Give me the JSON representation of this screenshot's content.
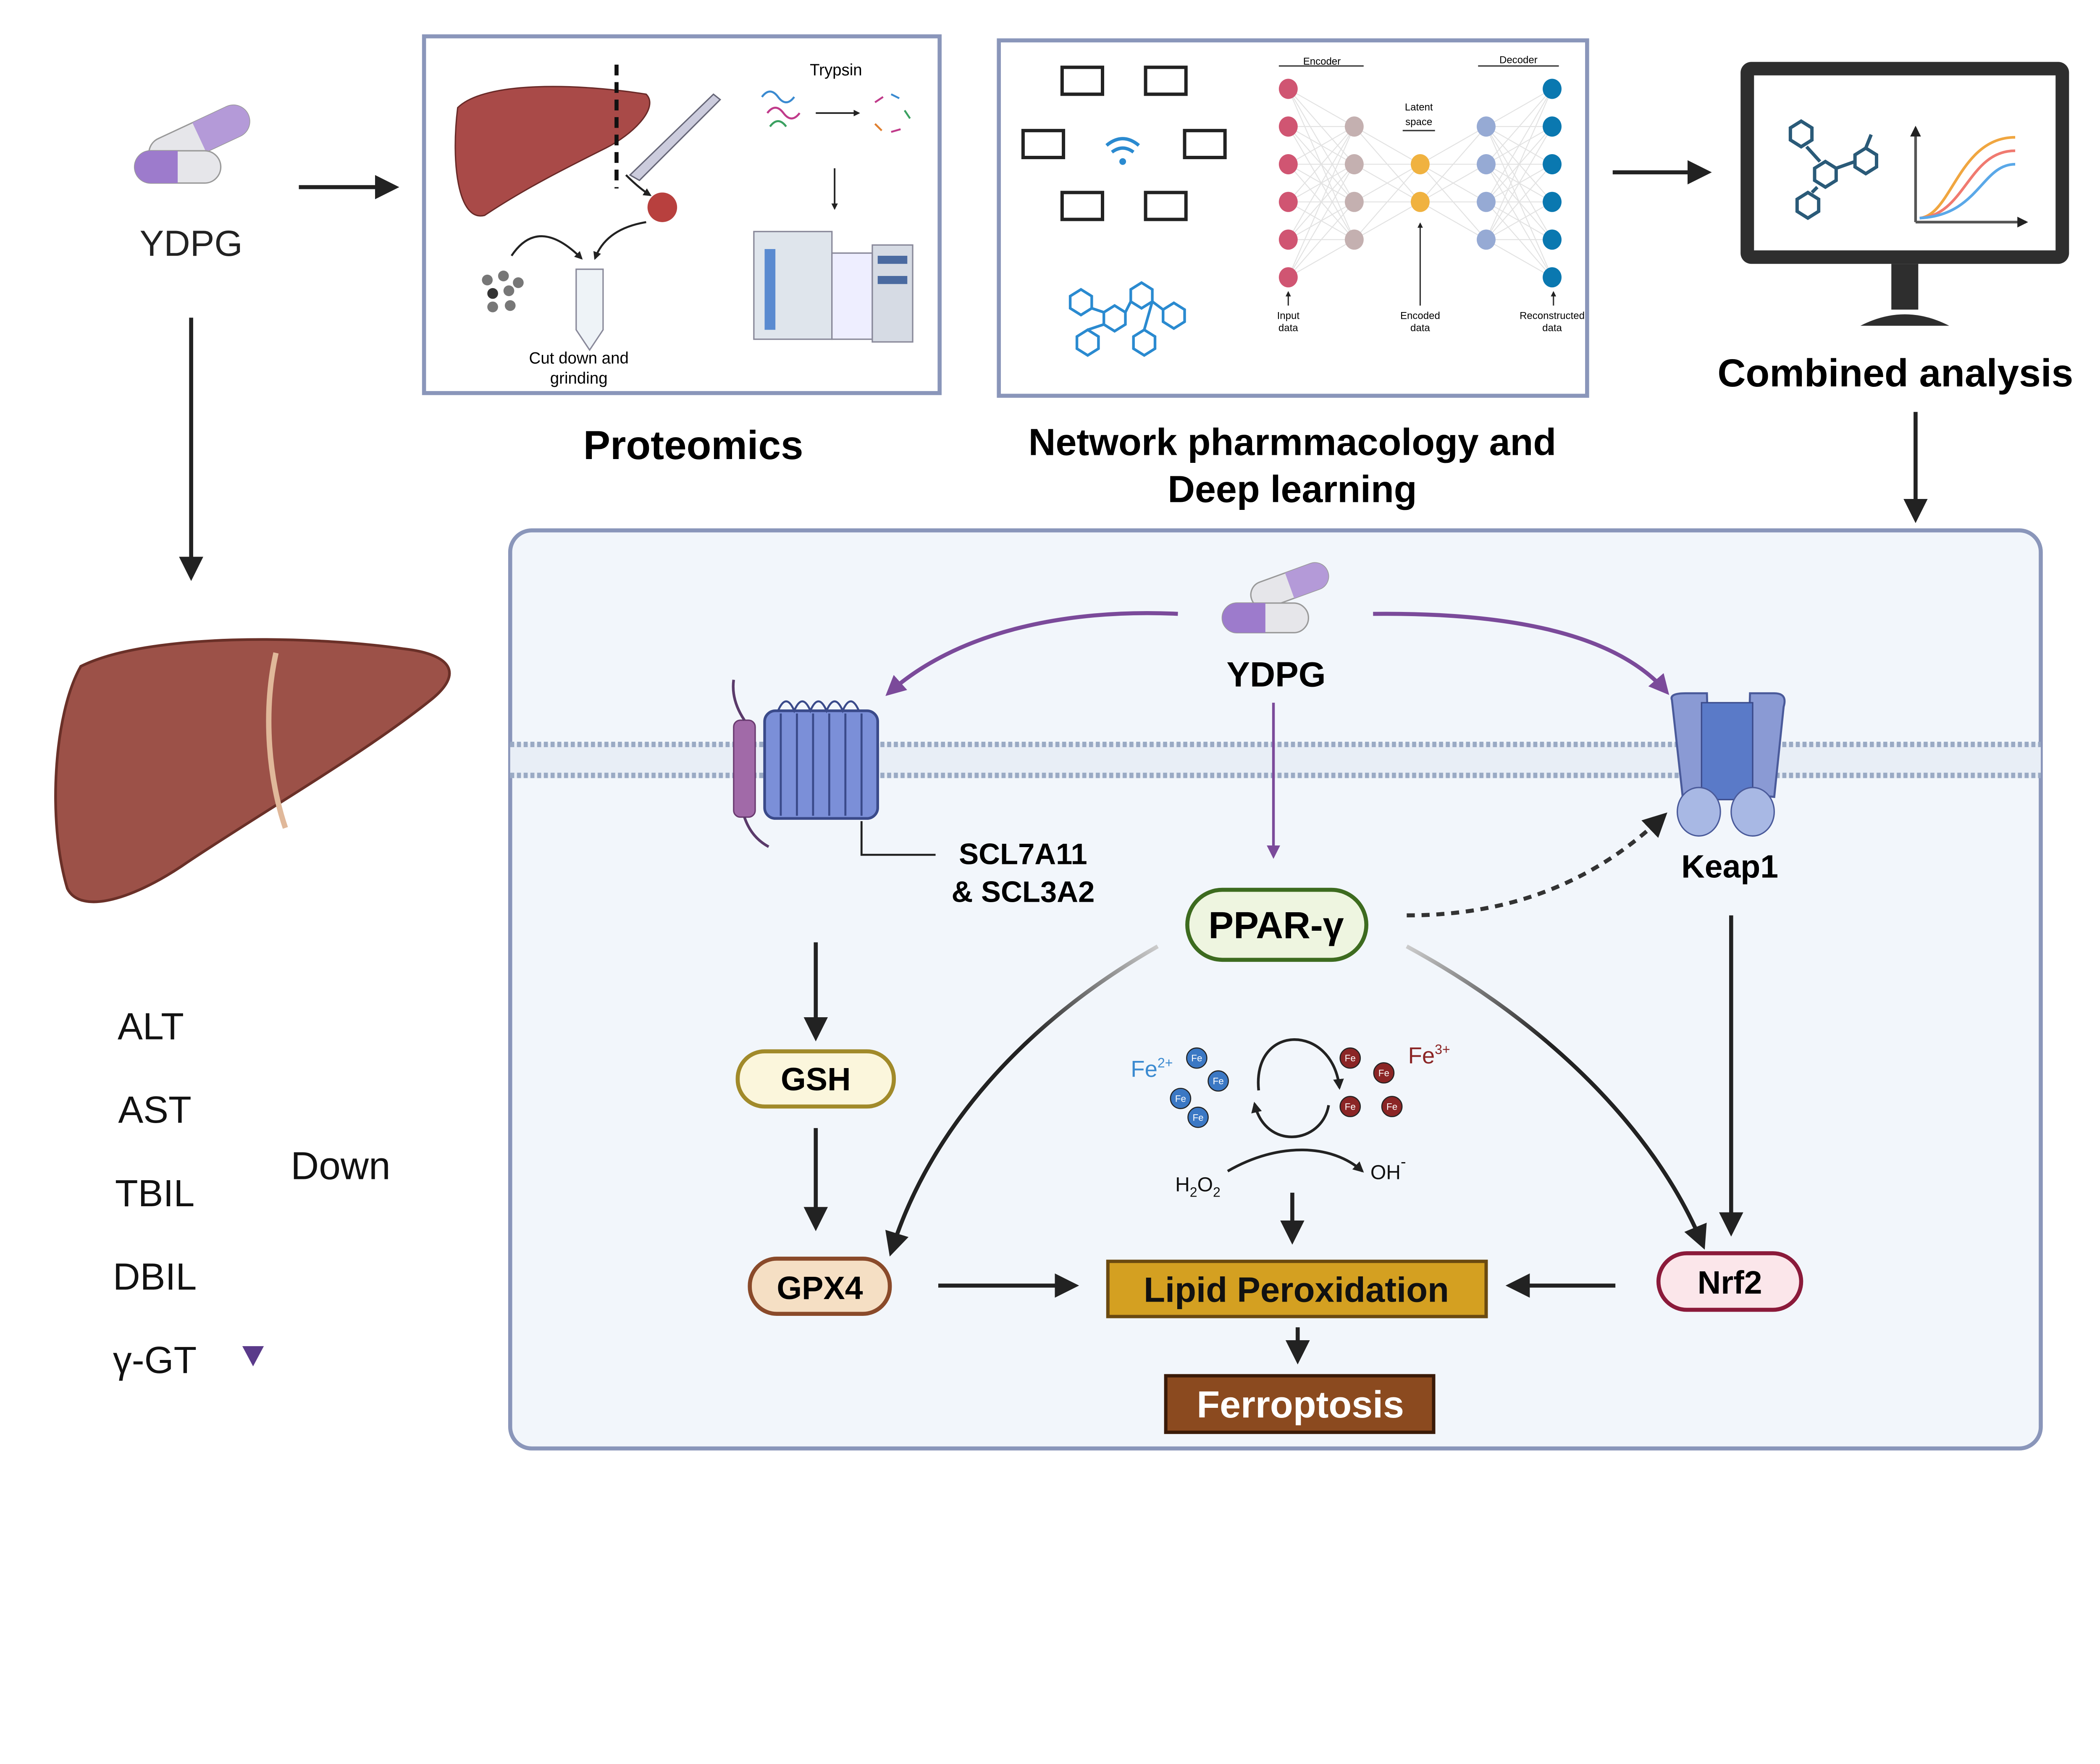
{
  "drug": {
    "name": "YDPG"
  },
  "proteomics": {
    "title": "Proteomics",
    "trypsin_label": "Trypsin",
    "cut_label_line1": "Cut down and",
    "cut_label_line2": "grinding"
  },
  "network": {
    "title_line1": "Network pharmmacology and",
    "title_line2": "Deep learning",
    "encoder": "Encoder",
    "decoder": "Decoder",
    "latent_line1": "Latent",
    "latent_line2": "space",
    "input_line1": "Input",
    "input_line2": "data",
    "encoded_line1": "Encoded",
    "encoded_line2": "data",
    "recon_line1": "Reconstructed",
    "recon_line2": "data"
  },
  "combined": {
    "title": "Combined analysis"
  },
  "markers": {
    "items": [
      "ALT",
      "AST",
      "TBIL",
      "DBIL",
      "γ-GT"
    ],
    "direction": "Down"
  },
  "pathway": {
    "drug": "YDPG",
    "transporter_line1": "SCL7A11",
    "transporter_line2": "& SCL3A2",
    "keap1": "Keap1",
    "ppar": "PPAR-γ",
    "gsh": "GSH",
    "gpx4": "GPX4",
    "nrf2": "Nrf2",
    "lipid": "Lipid Peroxidation",
    "ferroptosis": "Ferroptosis",
    "fe": "Fe",
    "fe2_base": "Fe",
    "fe2_sup": "2+",
    "fe3_base": "Fe",
    "fe3_sup": "3+",
    "h2o2_h": "H",
    "h2o2_sub1": "2",
    "h2o2_o": "O",
    "h2o2_sub2": "2",
    "oh": "OH",
    "oh_sup": "-"
  },
  "colors": {
    "panel_bg": "#f2f6fb",
    "panel_border": "#8a96ba",
    "drug_purple": "#7b4a9a",
    "liver": "#9c5148",
    "ppar_fill": "#eef5e0",
    "gsh_fill": "#fbf6dc",
    "gpx4_fill": "#f5dfc4",
    "nrf2_fill": "#fbe6ea",
    "lipid_fill": "#d4a021",
    "ferroptosis_fill": "#8b4a1f",
    "fe2": "#3b78c4",
    "fe3": "#8b2525"
  }
}
